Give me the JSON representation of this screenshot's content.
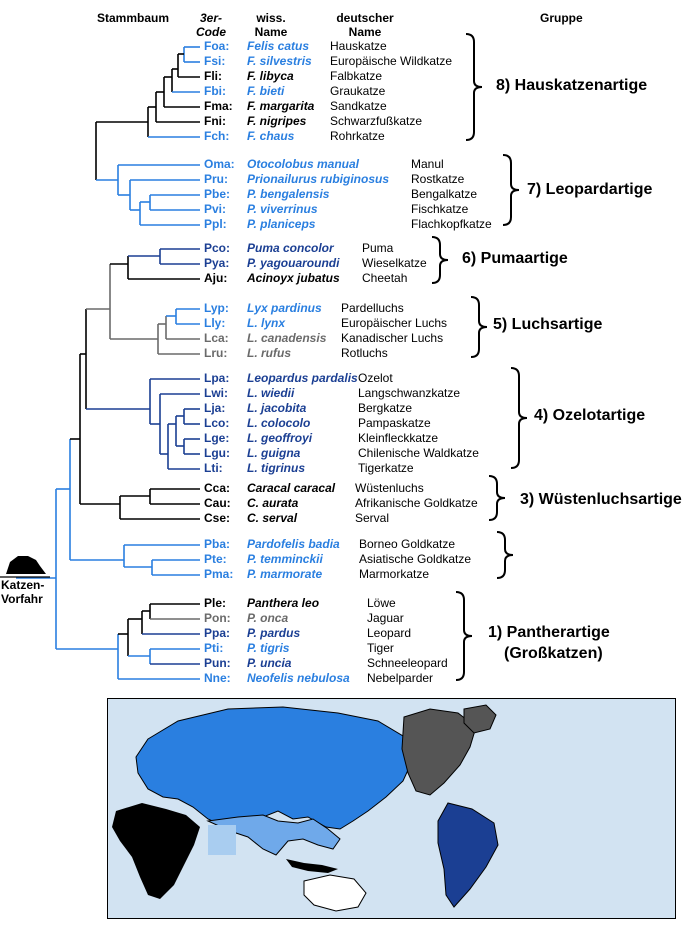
{
  "headers": {
    "stammbaum": "Stammbaum",
    "code_line1": "3er-",
    "code_line2": "Code",
    "wiss_line1": "wiss.",
    "wiss_line2": "Name",
    "deutsch_line1": "deutscher",
    "deutsch_line2": "Name",
    "gruppe": "Gruppe"
  },
  "ancestor": {
    "line1": "Katzen-",
    "line2": "Vorfahr"
  },
  "colors": {
    "blue": "#2a7fe0",
    "dark_blue": "#1b3f93",
    "gray": "#6a6a6a",
    "black": "#000000",
    "map_sea": "#d2e3f2"
  },
  "species": [
    {
      "code": "Foa:",
      "sci": "Felis catus",
      "ger": "Hauskatze",
      "color": "blue"
    },
    {
      "code": "Fsi:",
      "sci": "F. silvestris",
      "ger": "Europäische Wildkatze",
      "color": "blue"
    },
    {
      "code": "Fli:",
      "sci": "F. libyca",
      "ger": "Falbkatze",
      "color": "black"
    },
    {
      "code": "Fbi:",
      "sci": "F. bieti",
      "ger": "Graukatze",
      "color": "blue"
    },
    {
      "code": "Fma:",
      "sci": "F. margarita",
      "ger": "Sandkatze",
      "color": "black"
    },
    {
      "code": "Fni:",
      "sci": "F. nigripes",
      "ger": "Schwarzfußkatze",
      "color": "black"
    },
    {
      "code": "Fch:",
      "sci": "F. chaus",
      "ger": "Rohrkatze",
      "color": "blue"
    },
    {
      "code": "Oma:",
      "sci": "Otocolobus manual",
      "ger": "Manul",
      "color": "blue"
    },
    {
      "code": "Pru:",
      "sci": "Prionailurus rubiginosus",
      "ger": "Rostkatze",
      "color": "blue"
    },
    {
      "code": "Pbe:",
      "sci": "P. bengalensis",
      "ger": "Bengalkatze",
      "color": "blue"
    },
    {
      "code": "Pvi:",
      "sci": "P. viverrinus",
      "ger": "Fischkatze",
      "color": "blue"
    },
    {
      "code": "Ppl:",
      "sci": "P. planiceps",
      "ger": "Flachkopfkatze",
      "color": "blue"
    },
    {
      "code": "Pco:",
      "sci": "Puma concolor",
      "ger": "Puma",
      "color": "dark"
    },
    {
      "code": "Pya:",
      "sci": "P. yagouaroundi",
      "ger": "Wieselkatze",
      "color": "dark"
    },
    {
      "code": "Aju:",
      "sci": "Acinoyx jubatus",
      "ger": "Cheetah",
      "color": "black"
    },
    {
      "code": "Lyp:",
      "sci": "Lyx pardinus",
      "ger": "Pardelluchs",
      "color": "blue"
    },
    {
      "code": "Lly:",
      "sci": "L. lynx",
      "ger": "Europäischer Luchs",
      "color": "blue"
    },
    {
      "code": "Lca:",
      "sci": "L. canadensis",
      "ger": "Kanadischer Luchs",
      "color": "gray"
    },
    {
      "code": "Lru:",
      "sci": "L. rufus",
      "ger": "Rotluchs",
      "color": "gray"
    },
    {
      "code": "Lpa:",
      "sci": "Leopardus pardalis",
      "ger": "Ozelot",
      "color": "dark"
    },
    {
      "code": "Lwi:",
      "sci": "L. wiedii",
      "ger": "Langschwanzkatze",
      "color": "dark"
    },
    {
      "code": "Lja:",
      "sci": "L. jacobita",
      "ger": "Bergkatze",
      "color": "dark"
    },
    {
      "code": "Lco:",
      "sci": "L. colocolo",
      "ger": "Pampaskatze",
      "color": "dark"
    },
    {
      "code": "Lge:",
      "sci": "L. geoffroyi",
      "ger": "Kleinfleckkatze",
      "color": "dark"
    },
    {
      "code": "Lgu:",
      "sci": "L. guigna",
      "ger": "Chilenische Waldkatze",
      "color": "dark"
    },
    {
      "code": "Lti:",
      "sci": "L. tigrinus",
      "ger": "Tigerkatze",
      "color": "dark"
    },
    {
      "code": "Cca:",
      "sci": "Caracal caracal",
      "ger": "Wüstenluchs",
      "color": "black"
    },
    {
      "code": "Cau:",
      "sci": "C. aurata",
      "ger": "Afrikanische Goldkatze",
      "color": "black"
    },
    {
      "code": "Cse:",
      "sci": "C. serval",
      "ger": "Serval",
      "color": "black"
    },
    {
      "code": "Pba:",
      "sci": "Pardofelis badia",
      "ger": "Borneo Goldkatze",
      "color": "blue"
    },
    {
      "code": "Pte:",
      "sci": "P. temminckii",
      "ger": "Asiatische Goldkatze",
      "color": "blue"
    },
    {
      "code": "Pma:",
      "sci": "P. marmorate",
      "ger": "Marmorkatze",
      "color": "blue"
    },
    {
      "code": "Ple:",
      "sci": "Panthera leo",
      "ger": "Löwe",
      "color": "black"
    },
    {
      "code": "Pon:",
      "sci": "P. onca",
      "ger": "Jaguar",
      "color": "gray"
    },
    {
      "code": "Ppa:",
      "sci": "P. pardus",
      "ger": "Leopard",
      "color": "dark"
    },
    {
      "code": "Pti:",
      "sci": "P. tigris",
      "ger": "Tiger",
      "color": "blue"
    },
    {
      "code": "Pun:",
      "sci": "P. uncia",
      "ger": "Schneeleopard",
      "color": "dark"
    },
    {
      "code": "Nne:",
      "sci": "Neofelis nebulosa",
      "ger": "Nebelparder",
      "color": "blue"
    }
  ],
  "groups": [
    {
      "label": "8) Hauskatzenartige",
      "label2": ""
    },
    {
      "label": "7) Leopardartige",
      "label2": ""
    },
    {
      "label": "6) Pumaartige",
      "label2": ""
    },
    {
      "label": "5) Luchsartige",
      "label2": ""
    },
    {
      "label": "4) Ozelotartige",
      "label2": ""
    },
    {
      "label": "3) Wüstenluchsartige",
      "label2": ""
    },
    {
      "label": "",
      "label2": ""
    },
    {
      "label": "1) Pantherartige",
      "label2": "(Großkatzen)"
    }
  ]
}
